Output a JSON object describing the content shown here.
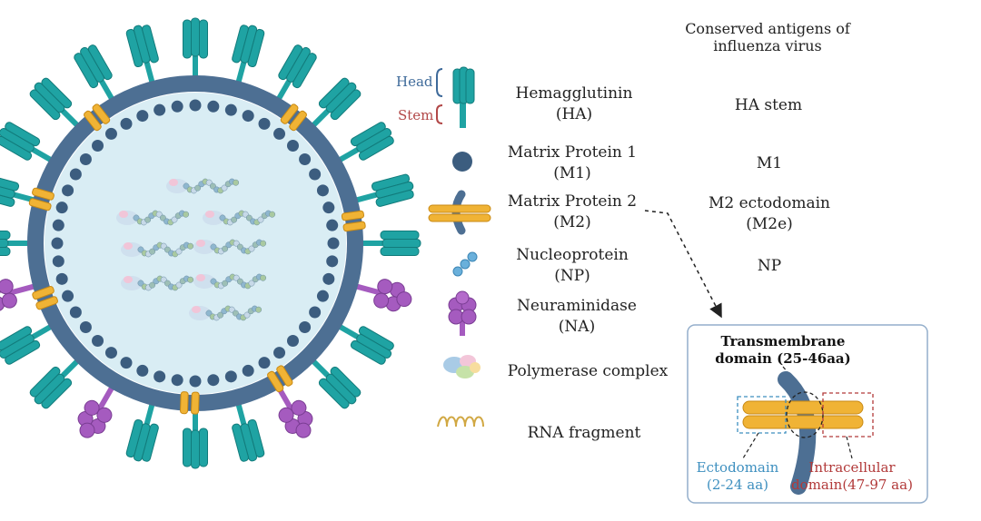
{
  "labels": {
    "head": "Head",
    "stem": "Stem",
    "conserved_title_line1": "Conserved antigens of",
    "conserved_title_line2": "influenza virus"
  },
  "legend": [
    {
      "id": "ha",
      "icon": "hemagglutinin-icon",
      "line1": "Hemagglutinin",
      "line2": "(HA)",
      "antigen_line1": "HA stem",
      "antigen_line2": ""
    },
    {
      "id": "m1",
      "icon": "matrix-protein-1-icon",
      "line1": "Matrix Protein 1",
      "line2": "(M1)",
      "antigen_line1": "M1",
      "antigen_line2": ""
    },
    {
      "id": "m2",
      "icon": "matrix-protein-2-icon",
      "line1": "Matrix Protein 2",
      "line2": "(M2)",
      "antigen_line1": "M2 ectodomain",
      "antigen_line2": "(M2e)"
    },
    {
      "id": "np",
      "icon": "nucleoprotein-icon",
      "line1": "Nucleoprotein",
      "line2": "(NP)",
      "antigen_line1": "NP",
      "antigen_line2": ""
    },
    {
      "id": "na",
      "icon": "neuraminidase-icon",
      "line1": "Neuraminidase",
      "line2": "(NA)",
      "antigen_line1": "",
      "antigen_line2": ""
    },
    {
      "id": "pol",
      "icon": "polymerase-complex-icon",
      "line1": "Polymerase complex",
      "line2": "",
      "antigen_line1": "",
      "antigen_line2": ""
    },
    {
      "id": "rna",
      "icon": "rna-fragment-icon",
      "line1": "RNA fragment",
      "line2": "",
      "antigen_line1": "",
      "antigen_line2": ""
    }
  ],
  "m2_detail": {
    "tm_line1": "Transmembrane",
    "tm_line2": "domain (25-46aa)",
    "ecto_line1": "Ectodomain",
    "ecto_line2": "(2-24 aa)",
    "intra_line1": "Intracellular",
    "intra_line2": "domain(47-97 aa)"
  },
  "colors": {
    "teal": "#1fa3a3",
    "teal_dark": "#127b7b",
    "membrane": "#4d6f93",
    "membrane_inner": "#d9edf4",
    "dot": "#3c5d7f",
    "purple": "#a55bbf",
    "orange": "#f0b335",
    "head_label": "#3e6a9a",
    "stem_label": "#b24848",
    "ecto_label": "#3d8fbf",
    "intra_label": "#b23a3a"
  }
}
